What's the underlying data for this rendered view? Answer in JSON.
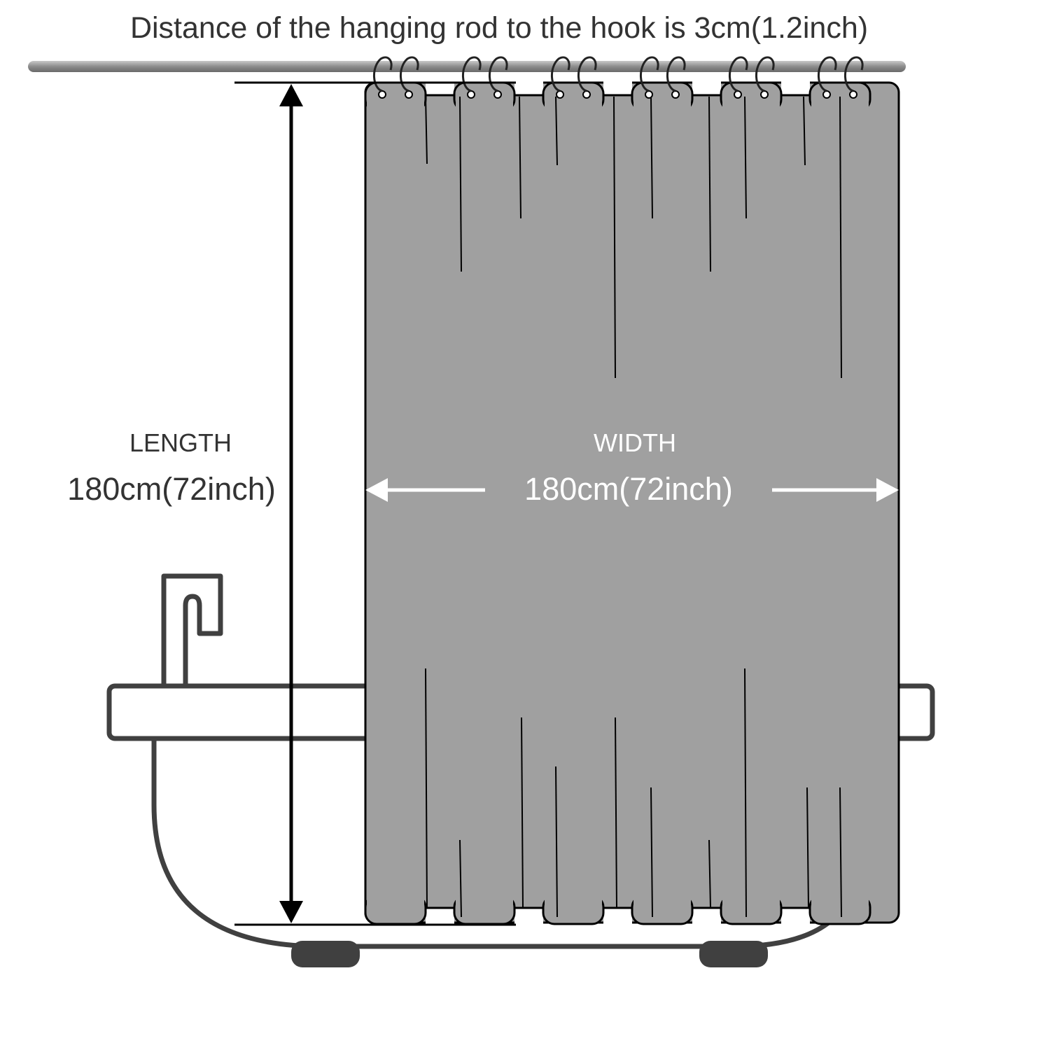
{
  "header": {
    "note": "Distance of the hanging rod to the hook is 3cm(1.2inch)"
  },
  "length": {
    "label": "LENGTH",
    "value": "180cm(72inch)"
  },
  "width": {
    "label": "WIDTH",
    "value": "180cm(72inch)"
  },
  "colors": {
    "curtain": "#a0a0a0",
    "outline": "#000000",
    "bathtub": "#404040",
    "rod": "#8c8c8c",
    "text_dark": "#333333",
    "text_light": "#ffffff"
  },
  "curtain": {
    "panels": 6
  }
}
